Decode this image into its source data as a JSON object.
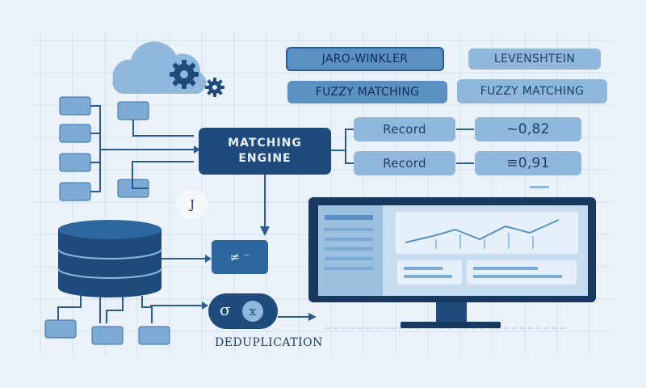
{
  "algorithms": [
    {
      "label": "JARO-WINKLER"
    },
    {
      "label": "LEVENSHTEIN"
    },
    {
      "label": "FUZZY MATCHING"
    },
    {
      "label": "FUZZY MATCHING"
    }
  ],
  "engine": {
    "line1": "MATCHING",
    "line2": "ENGINE"
  },
  "records": [
    {
      "label": "Record",
      "score": "~0,82"
    },
    {
      "label": "Record",
      "score": "≡0,91"
    }
  ],
  "ops_symbol": "≠ ⁻",
  "sigma": {
    "symbol": "σ",
    "x": "x"
  },
  "j_bubble": "J",
  "caption": "DEDUPLICATION",
  "colors": {
    "background": "#eaf1f8",
    "dark_blue": "#1e4a7c",
    "mid_blue": "#5a90c2",
    "light_blue": "#8fb8dc",
    "line": "#2a5c92"
  }
}
